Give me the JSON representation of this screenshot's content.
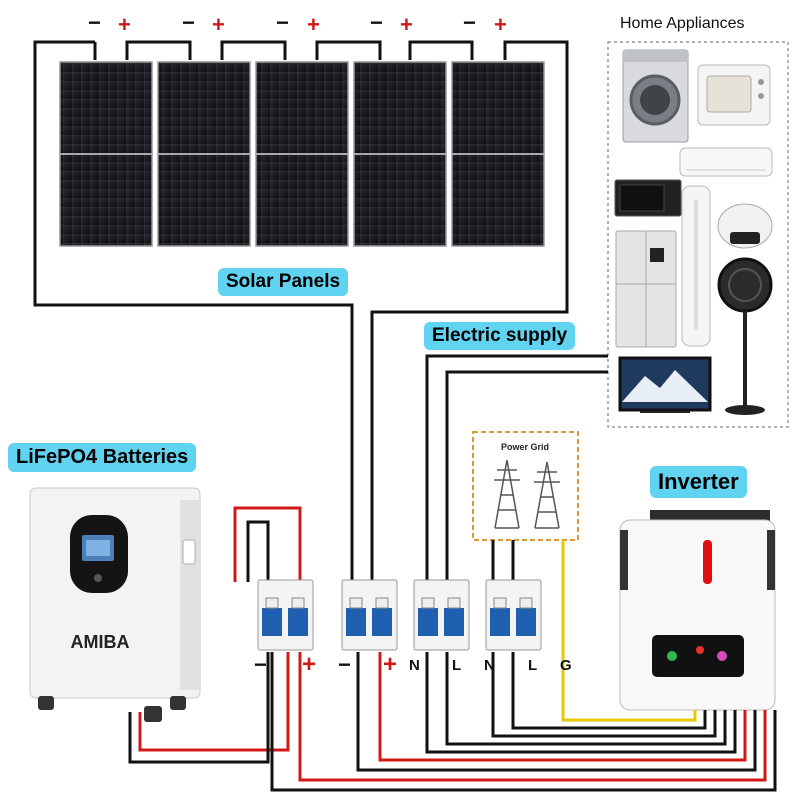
{
  "labels": {
    "home_appliances": "Home Appliances",
    "solar_panels": "Solar Panels",
    "electric_supply": "Electric supply",
    "lifepo4_batteries": "LiFePO4 Batteries",
    "inverter": "Inverter",
    "power_grid": "Power Grid",
    "battery_brand": "AMIBA"
  },
  "panel_terminals": [
    {
      "minus": "−",
      "plus": "+"
    },
    {
      "minus": "−",
      "plus": "+"
    },
    {
      "minus": "−",
      "plus": "+"
    },
    {
      "minus": "−",
      "plus": "+"
    },
    {
      "minus": "−",
      "plus": "+"
    }
  ],
  "breaker_terminals": {
    "battery_minus": "−",
    "battery_plus": "+",
    "solar_minus": "−",
    "solar_plus": "+",
    "supply_n": "N",
    "supply_l": "L",
    "grid_n": "N",
    "grid_l": "L",
    "grid_g": "G"
  },
  "colors": {
    "callout_bg": "#5fd3f0",
    "wire_positive": "#d01818",
    "wire_negative": "#111111",
    "wire_ground": "#e8c800",
    "plus_sign": "#d01818"
  }
}
